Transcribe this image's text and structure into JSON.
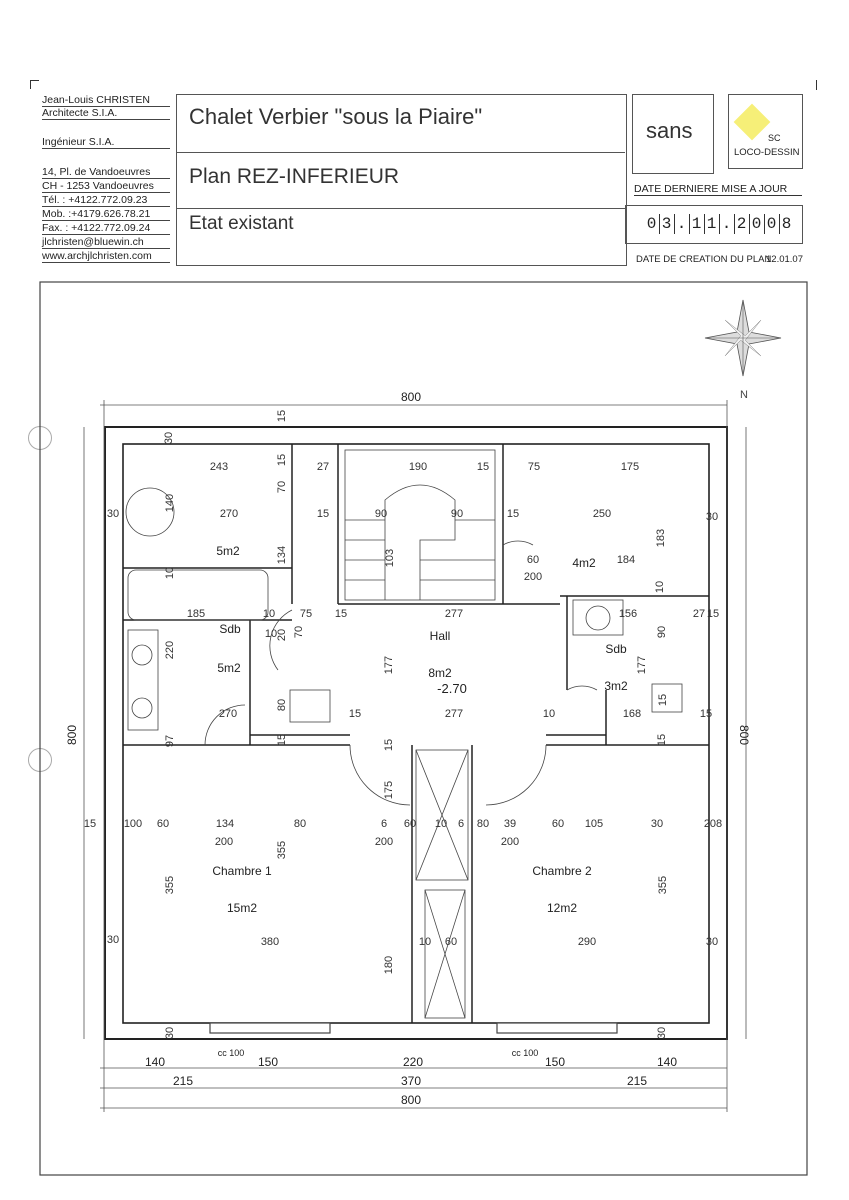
{
  "architect": {
    "name": "Jean-Louis CHRISTEN",
    "title": "Architecte S.I.A.",
    "engineer": "Ingénieur S.I.A.",
    "address1": "14, Pl. de Vandoeuvres",
    "address2": "CH - 1253 Vandoeuvres",
    "tel": "Tél. :   +4122.772.09.23",
    "mob": "Mob. :+4179.626.78.21",
    "fax": "Fax. :   +4122.772.09.24",
    "email": "jlchristen@bluewin.ch",
    "web": "www.archjlchristen.com"
  },
  "title_block": {
    "project": "Chalet Verbier \"sous la Piaire\"",
    "plan": "Plan REZ-INFERIEUR",
    "state": "Etat existant",
    "scale": "sans",
    "logo_sc": "SC",
    "logo_name": "LOCO-DESSIN",
    "last_update_label": "DATE DERNIERE MISE A JOUR",
    "last_update_digits": [
      "0",
      "3",
      ".",
      "1",
      "1",
      ".",
      "2",
      "0",
      "0",
      "8"
    ],
    "creation_label": "DATE DE CREATION DU PLAN",
    "creation_date": "12.01.07"
  },
  "compass": {
    "north": "N"
  },
  "rooms": [
    {
      "name": "",
      "area": "5m2"
    },
    {
      "name": "",
      "area": "4m2"
    },
    {
      "name": "Sdb",
      "area": "5m2"
    },
    {
      "name": "Hall",
      "area": "8m2",
      "level": "-2.70"
    },
    {
      "name": "Sdb",
      "area": "3m2"
    },
    {
      "name": "Chambre  1",
      "area": "15m2"
    },
    {
      "name": "Chambre  2",
      "area": "12m2"
    }
  ],
  "dimensions": {
    "overall_top": "800",
    "overall_bottom": "800",
    "overall_left": "800",
    "overall_right": "800",
    "bottom_row1": [
      "140",
      "150",
      "220",
      "150",
      "140"
    ],
    "bottom_row2": [
      "215",
      "370",
      "215"
    ],
    "windows": [
      "cc 100",
      "cc 100"
    ],
    "interior": [
      "30",
      "15",
      "15",
      "27",
      "190",
      "15",
      "75",
      "175",
      "243",
      "70",
      "140",
      "90",
      "90",
      "15",
      "250",
      "30",
      "270",
      "15",
      "30",
      "103",
      "60",
      "184",
      "183",
      "134",
      "200",
      "10",
      "10",
      "185",
      "10",
      "75",
      "15",
      "277",
      "156",
      "27",
      "15",
      "220",
      "20",
      "70",
      "177",
      "90",
      "177",
      "10",
      "80",
      "15",
      "277",
      "10",
      "168",
      "15",
      "15",
      "97",
      "270",
      "15",
      "15",
      "175",
      "15",
      "15",
      "100",
      "60",
      "134",
      "80",
      "6",
      "60",
      "10",
      "6",
      "80",
      "39",
      "60",
      "105",
      "30",
      "208",
      "200",
      "200",
      "200",
      "355",
      "355",
      "355",
      "30",
      "380",
      "10",
      "60",
      "290",
      "30",
      "180",
      "30",
      "30"
    ]
  }
}
